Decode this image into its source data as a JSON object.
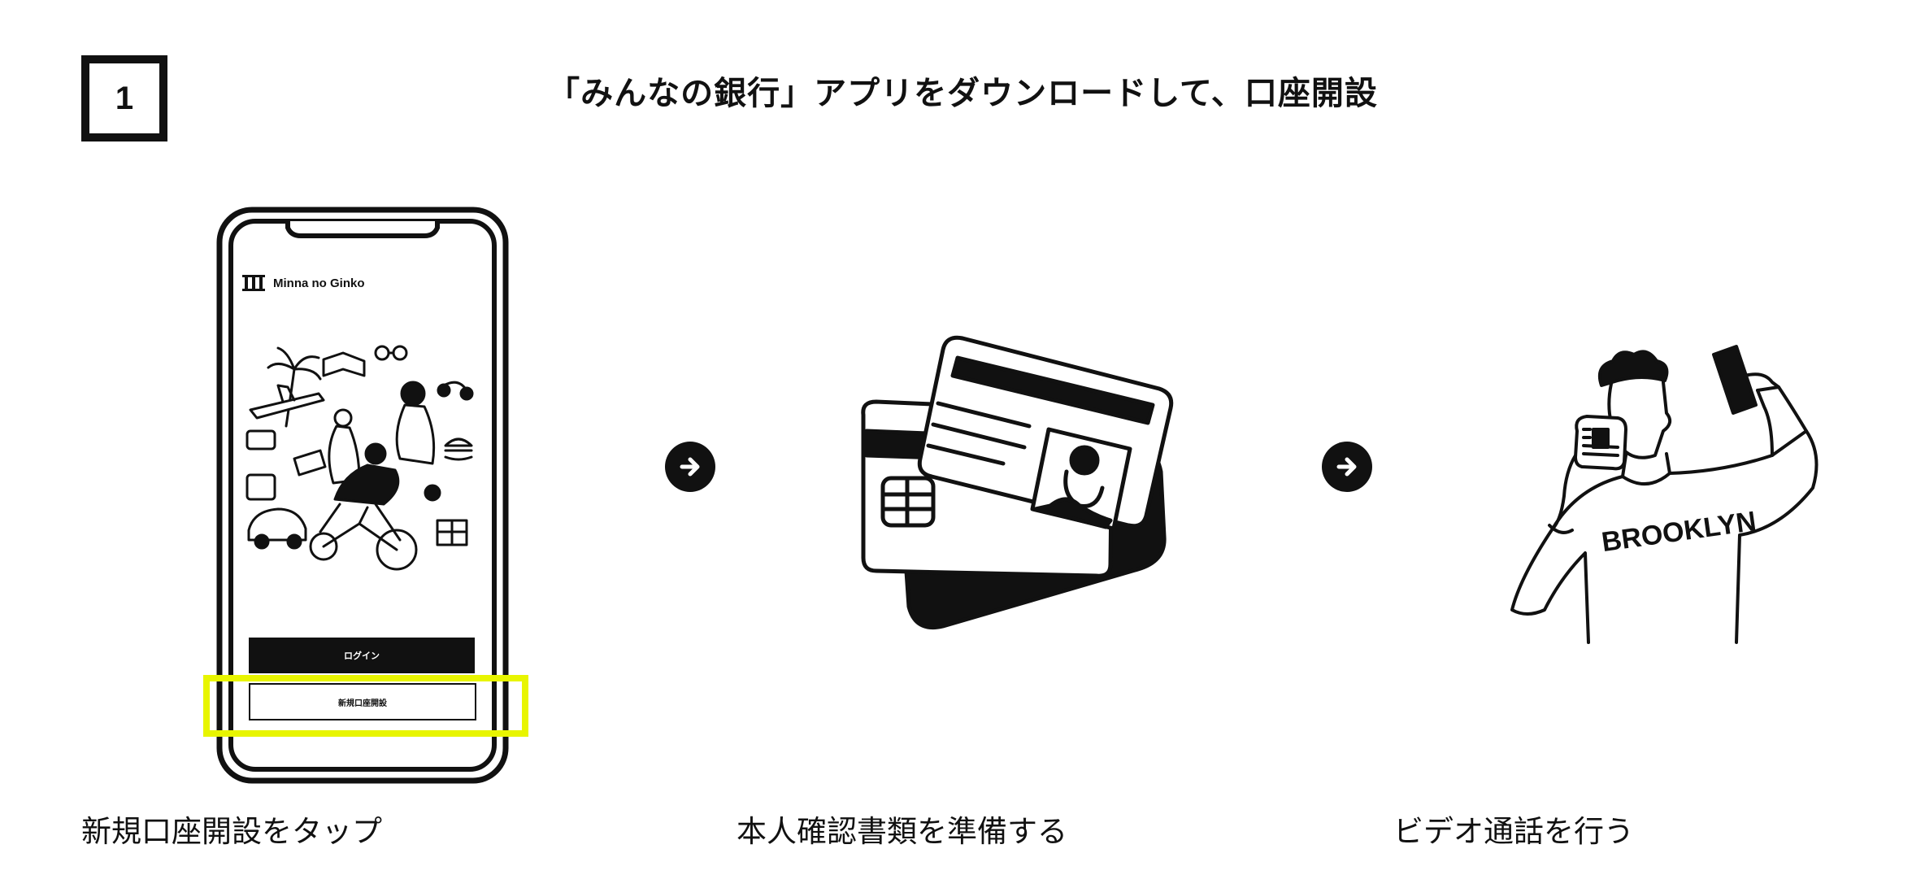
{
  "step": {
    "number": "1"
  },
  "headline": "「みんなの銀行」アプリをダウンロードして、口座開設",
  "phone": {
    "logo_text": "Minna no Ginko",
    "login_label": "ログイン",
    "signup_label": "新規口座開設"
  },
  "captions": [
    "新規口座開設をタップ",
    "本人確認書類を準備する",
    "ビデオ通話を行う"
  ],
  "shirt_text": "BROOKLYN",
  "colors": {
    "highlight": "#e8f500",
    "ink": "#111111",
    "background": "#ffffff"
  },
  "icons": [
    "arrow-right-circle-icon",
    "arrow-right-circle-icon",
    "bank-logo-icon"
  ]
}
